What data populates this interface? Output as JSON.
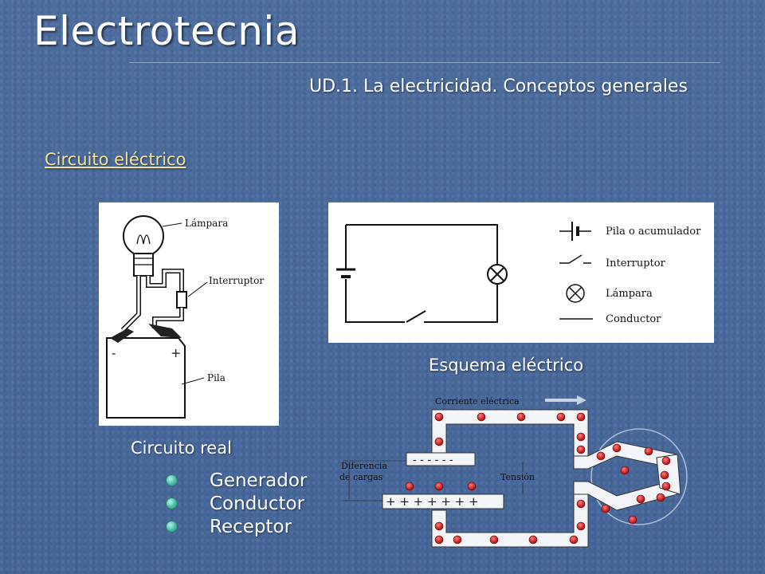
{
  "header": {
    "title": "Electrotecnia",
    "subtitle": "UD.1. La electricidad. Conceptos generales"
  },
  "section": {
    "link_label": "Circuito eléctrico"
  },
  "real_circuit": {
    "labels": {
      "lamp": "Lámpara",
      "switch": "Interruptor",
      "battery": "Pila",
      "minus": "-",
      "plus": "+"
    },
    "caption": "Circuito real"
  },
  "schema": {
    "legend": [
      {
        "icon": "battery-symbol-icon",
        "label": "Pila o acumulador"
      },
      {
        "icon": "switch-symbol-icon",
        "label": "Interruptor"
      },
      {
        "icon": "lamp-symbol-icon",
        "label": "Lámpara"
      },
      {
        "icon": "conductor-line-icon",
        "label": "Conductor"
      }
    ],
    "caption": "Esquema eléctrico"
  },
  "flow_diagram": {
    "current_label": "Corriente eléctrica",
    "charge_diff_label_line1": "Diferencia",
    "charge_diff_label_line2": "de cargas",
    "voltage_label": "Tensión",
    "minus_plate": "- - - - - -",
    "plus_plate": "+ + + + + + +"
  },
  "components": [
    "Generador",
    "Conductor",
    "Receptor"
  ],
  "colors": {
    "background": "#4a6a9a",
    "link": "#f1e19a",
    "bullet": "#3fb7a2",
    "charge": "#cc1f1f"
  }
}
